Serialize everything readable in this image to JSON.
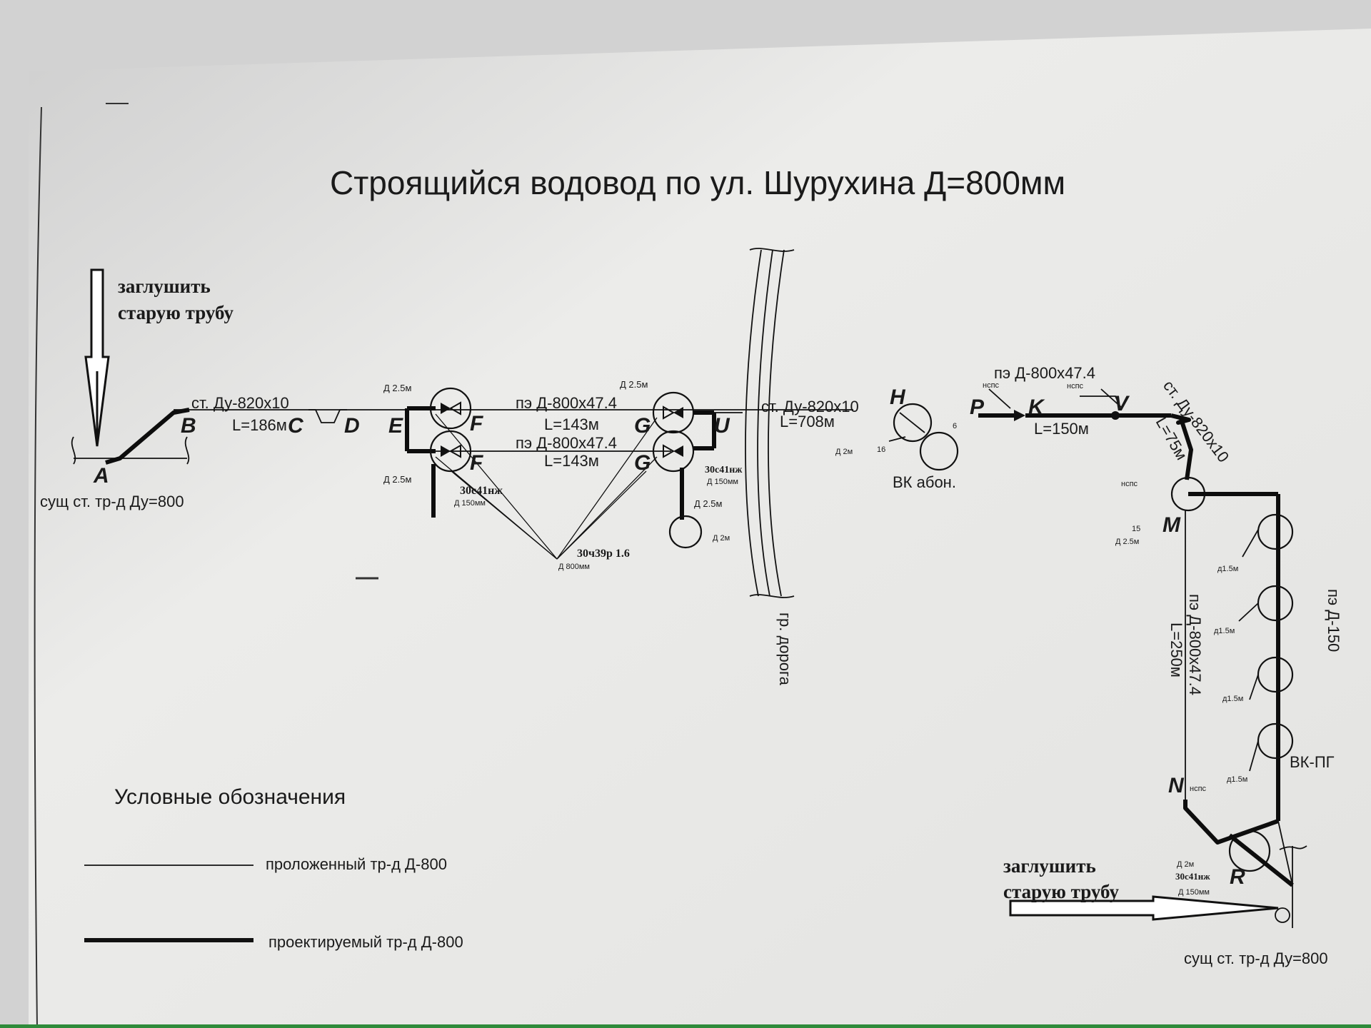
{
  "title": "Строящийся водовод по ул. Шурухина Д=800мм",
  "plug_top": [
    "заглушить",
    "старую трубу"
  ],
  "plug_bottom": [
    "заглушить",
    "старую трубу"
  ],
  "existing_pipe_label": "сущ ст. тр-д Ду=800",
  "nodes": {
    "A": "A",
    "B": "B",
    "C": "C",
    "D": "D",
    "E": "E",
    "F": "F",
    "G": "G",
    "U": "U",
    "H": "H",
    "P": "P",
    "K": "K",
    "V": "V",
    "M": "M",
    "N": "N",
    "R": "R"
  },
  "segments": {
    "ab_spec": "ст. Ду-820х10",
    "ab_len": "L=186м",
    "ef_upper_spec": "пэ Д-800х47.4",
    "ef_upper_len": "L=143м",
    "ef_lower_spec": "пэ Д-800х47.4",
    "ef_lower_len": "L=143м",
    "uh_spec": "ст. Ду-820х10",
    "uh_len": "L=708м",
    "pk_spec": "пэ Д-800х47.4",
    "kv_len": "L=150м",
    "vm_spec": "ст. Ду-820х10",
    "vm_len": "L=75м",
    "mn_spec": "пэ Д-800х47.4",
    "mn_len": "L=250м",
    "branch_spec": "пэ Д-150"
  },
  "small_labels": {
    "d25": "Д 2.5м",
    "d2": "Д 2м",
    "d15": "д1.5м",
    "valve_30c41": "30с41нж",
    "d150": "Д 150мм",
    "valve_30ch39": "30ч39р 1.6",
    "d800": "Д 800мм",
    "nsps": "нспс",
    "n6": "6",
    "n16": "16",
    "n15": "15",
    "vk_abon": "ВК абон.",
    "vk_pg": "ВК-ПГ",
    "road": "гр. дорога"
  },
  "legend": {
    "title": "Условные обозначения",
    "laid": "проложенный тр-д Д-800",
    "designed": "проектируемый тр-д Д-800"
  }
}
